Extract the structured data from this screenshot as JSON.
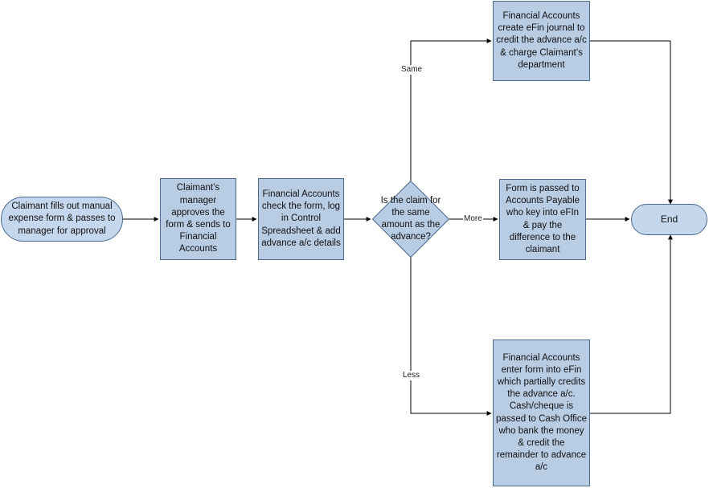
{
  "nodes": {
    "start": "Claimant fills out manual expense form & passes to manager for approval",
    "manager": "Claimant’s manager approves the form & sends to Financial Accounts",
    "check": "Financial Accounts check the form, log in Control Spreadsheet & add advance a/c details",
    "decision": "Is the claim for the same amount as the advance?",
    "same_action": "Financial Accounts create eFin journal to credit the advance a/c & charge Claimant’s department",
    "more_action": "Form is passed to Accounts Payable who key into eFIn & pay the difference to the claimant",
    "less_action": "Financial Accounts enter form into eFin which partially credits the advance a/c. Cash/cheque is passed to Cash Office who bank the money & credit the remainder to advance a/c",
    "end": "End"
  },
  "edge_labels": {
    "same": "Same",
    "more": "More",
    "less": "Less"
  },
  "colors": {
    "box_fill": "#b8cce4",
    "box_border": "#4a6a8e",
    "connector": "#000000"
  }
}
